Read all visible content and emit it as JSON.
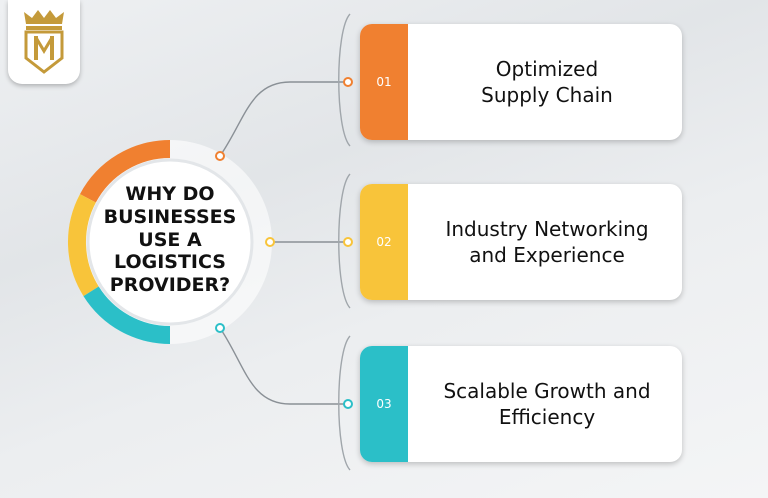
{
  "center": {
    "title": "WHY DO\nBUSINESSES\nUSE A\nLOGISTICS\nPROVIDER?"
  },
  "items": [
    {
      "number": "01",
      "label": "Optimized\nSupply Chain",
      "color": "#f08030"
    },
    {
      "number": "02",
      "label": "Industry Networking\nand Experience",
      "color": "#f8c43a"
    },
    {
      "number": "03",
      "label": "Scalable Growth and\nEfficiency",
      "color": "#2bbfc8"
    }
  ],
  "colors": {
    "accent_gold": "#c49a3a",
    "connector": "#8a9096"
  },
  "logo": {
    "icon": "crowned-crest-logo"
  }
}
